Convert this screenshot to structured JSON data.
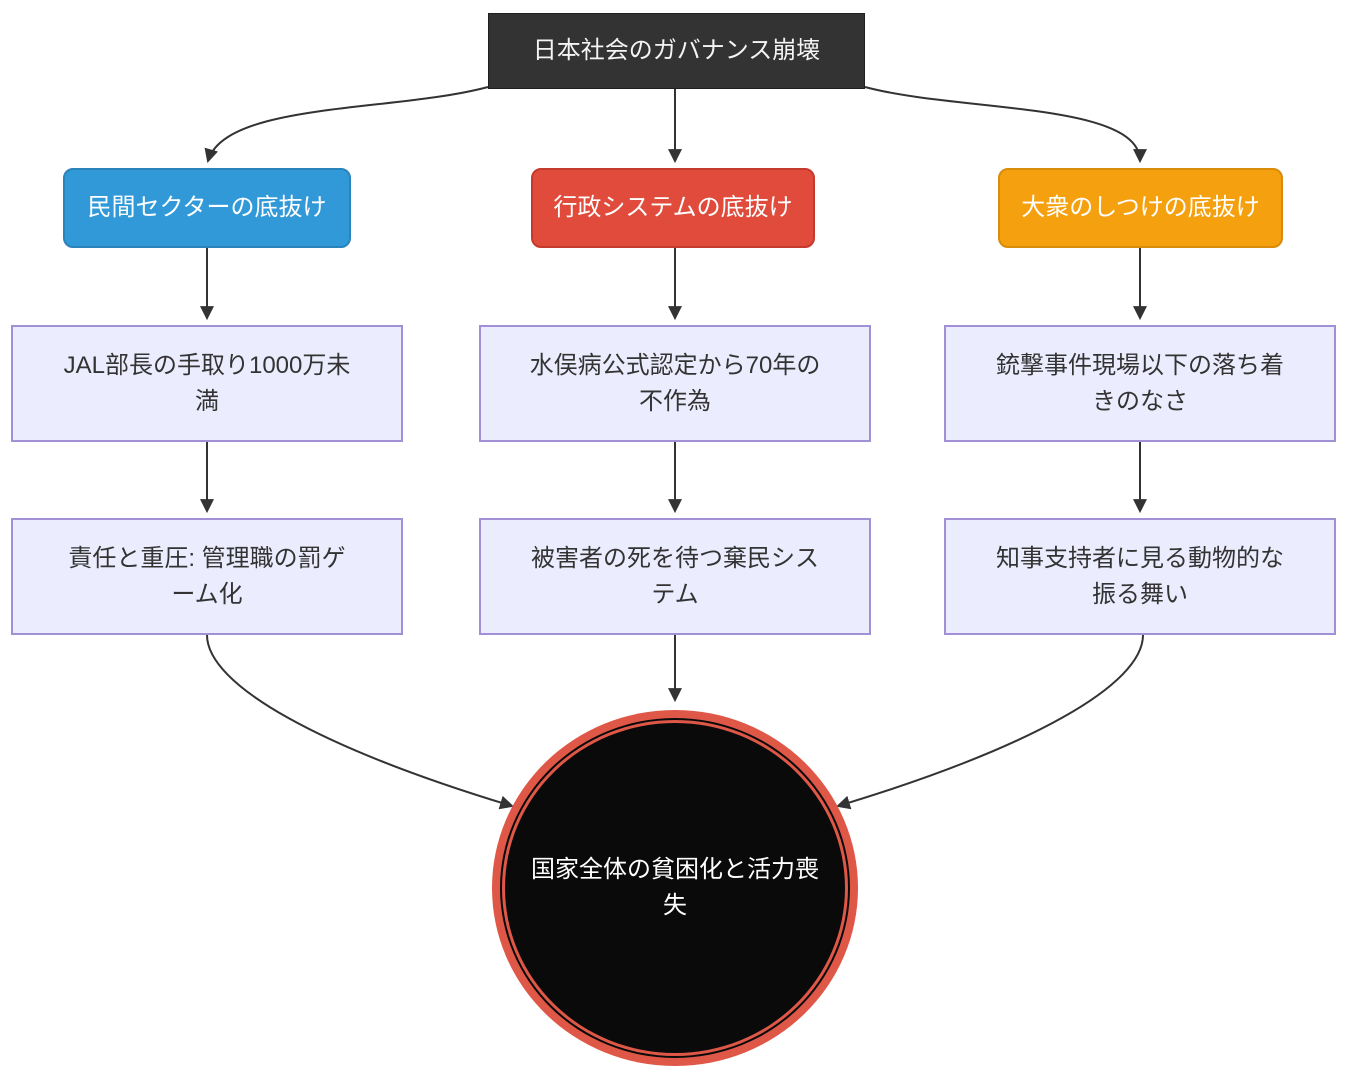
{
  "diagram": {
    "type": "flowchart",
    "direction": "top-down",
    "nodes": {
      "root": {
        "label": "日本社会のガバナンス崩壊",
        "shape": "rect",
        "fill": "#333333",
        "text_color": "#f4f4f4"
      },
      "private": {
        "label": "民間セクターの底抜け",
        "shape": "rounded",
        "fill": "#3199d8",
        "border": "#2a83ba",
        "text_color": "#ffffff"
      },
      "admin": {
        "label": "行政システムの底抜け",
        "shape": "rounded",
        "fill": "#e04b3b",
        "border": "#c43a2c",
        "text_color": "#ffffff"
      },
      "public": {
        "label": "大衆のしつけの底抜け",
        "shape": "rounded",
        "fill": "#f5a00f",
        "border": "#d98c0c",
        "text_color": "#ffffff"
      },
      "jal": {
        "label": "JAL部長の手取り1000万未\n満",
        "shape": "rect",
        "fill": "#ececff",
        "border": "#a290d4",
        "text_color": "#333333"
      },
      "minamata": {
        "label": "水俣病公式認定から70年の\n不作為",
        "shape": "rect",
        "fill": "#ececff",
        "border": "#a290d4",
        "text_color": "#333333"
      },
      "shooting": {
        "label": "銃撃事件現場以下の落ち着\nきのなさ",
        "shape": "rect",
        "fill": "#ececff",
        "border": "#a290d4",
        "text_color": "#333333"
      },
      "manager": {
        "label": "責任と重圧: 管理職の罰ゲ\nーム化",
        "shape": "rect",
        "fill": "#ececff",
        "border": "#a290d4",
        "text_color": "#333333"
      },
      "victims": {
        "label": "被害者の死を待つ棄民シス\nテム",
        "shape": "rect",
        "fill": "#ececff",
        "border": "#a290d4",
        "text_color": "#333333"
      },
      "governor": {
        "label": "知事支持者に見る動物的な\n振る舞い",
        "shape": "rect",
        "fill": "#ececff",
        "border": "#a290d4",
        "text_color": "#333333"
      },
      "outcome": {
        "label": "国家全体の貧困化と活力喪\n失",
        "shape": "double-circle",
        "fill": "#0a0a0a",
        "border": "#df5747",
        "text_color": "#ffffff"
      }
    },
    "edges": [
      {
        "from": "root",
        "to": "private"
      },
      {
        "from": "root",
        "to": "admin"
      },
      {
        "from": "root",
        "to": "public"
      },
      {
        "from": "private",
        "to": "jal"
      },
      {
        "from": "admin",
        "to": "minamata"
      },
      {
        "from": "public",
        "to": "shooting"
      },
      {
        "from": "jal",
        "to": "manager"
      },
      {
        "from": "minamata",
        "to": "victims"
      },
      {
        "from": "shooting",
        "to": "governor"
      },
      {
        "from": "manager",
        "to": "outcome"
      },
      {
        "from": "victims",
        "to": "outcome"
      },
      {
        "from": "governor",
        "to": "outcome"
      }
    ],
    "edge_color": "#333333"
  }
}
